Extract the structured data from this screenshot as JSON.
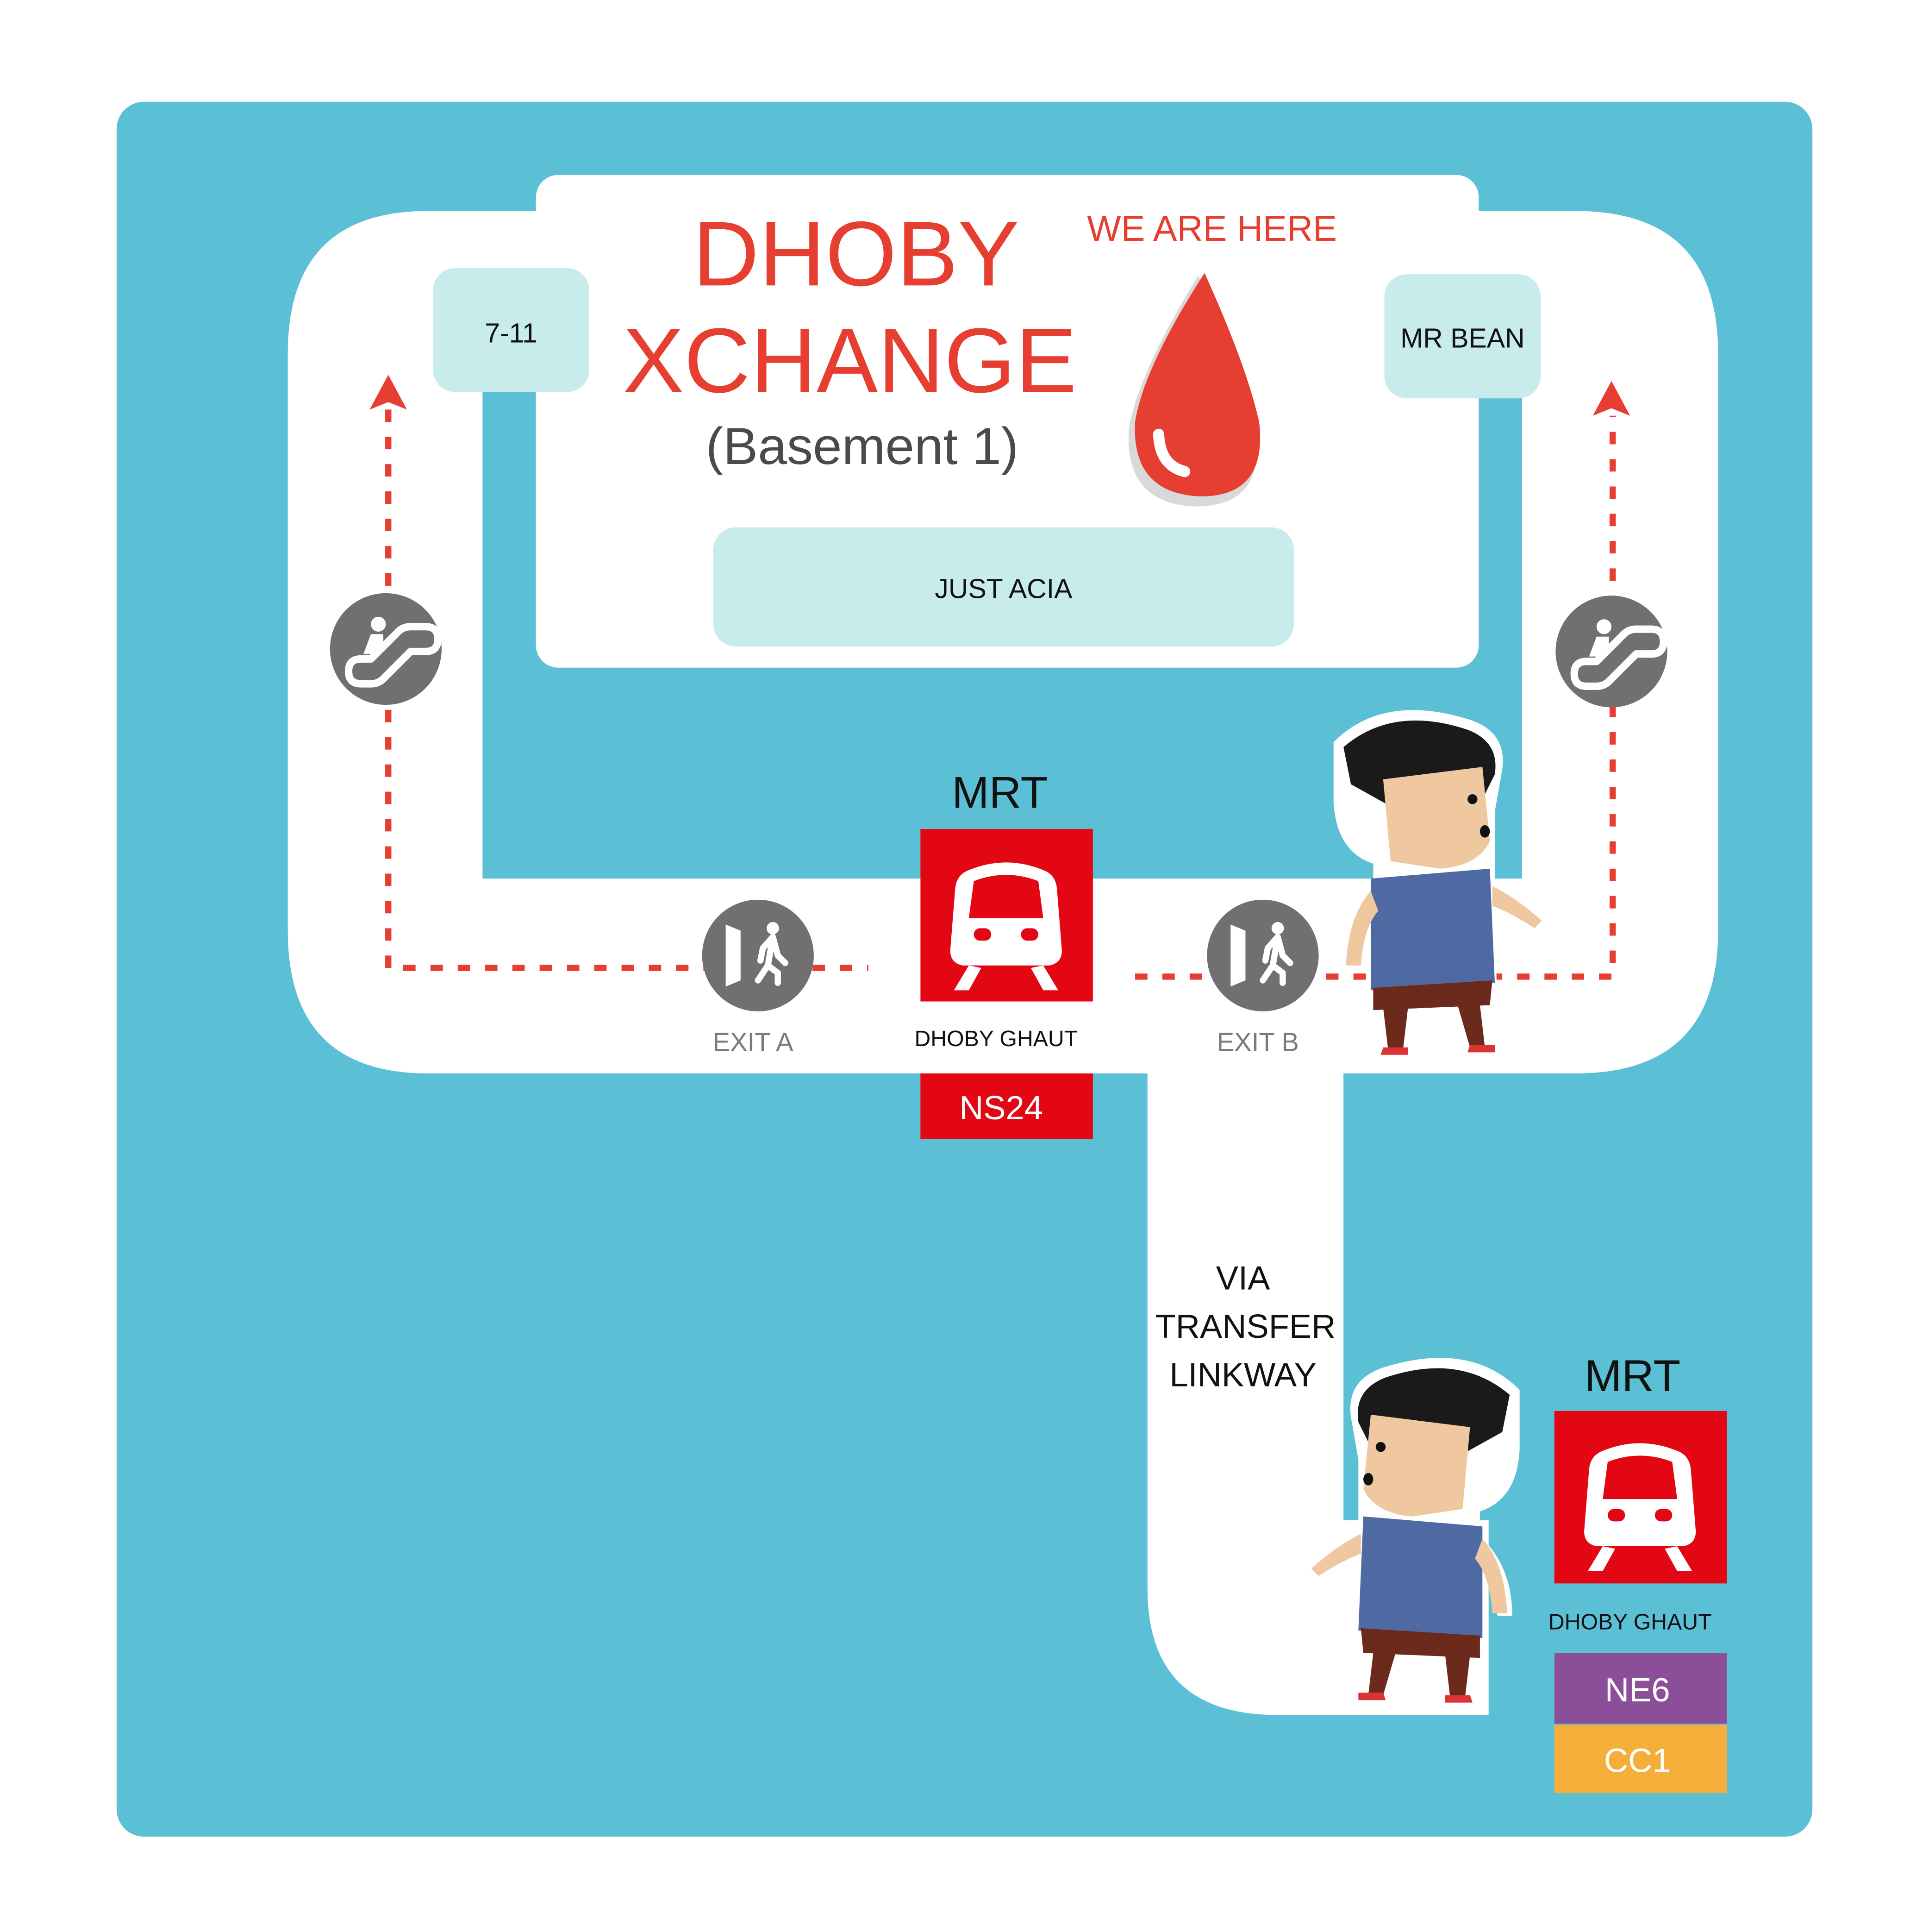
{
  "map": {
    "title_line1": "DHOBY",
    "title_line2": "XCHANGE",
    "level": "(Basement 1)",
    "you_are_here": "WE ARE HERE",
    "shops": [
      {
        "label": "7-11"
      },
      {
        "label": "MR BEAN"
      },
      {
        "label": "JUST ACIA"
      }
    ],
    "exits": [
      {
        "label": "EXIT A"
      },
      {
        "label": "EXIT B"
      }
    ],
    "linkway_label": [
      "VIA",
      "TRANSFER",
      "LINKWAY"
    ],
    "stations": [
      {
        "heading": "MRT",
        "name": "DHOBY GHAUT",
        "codes": [
          {
            "code": "NS24",
            "color": "#e30613"
          }
        ]
      },
      {
        "heading": "MRT",
        "name": "DHOBY GHAUT",
        "codes": [
          {
            "code": "NE6",
            "color": "#8b4f9a"
          },
          {
            "code": "CC1",
            "color": "#f6ae3b"
          }
        ]
      }
    ]
  },
  "colors": {
    "background": "#5bbfd6",
    "walkway": "#ffffff",
    "shop": "#c8ecec",
    "accent_red": "#e63e30",
    "mrt_red": "#e30613",
    "icon_gray": "#707070"
  },
  "icons": {
    "escalator": "escalator-icon",
    "exit": "exit-door-walking-icon",
    "train": "train-icon",
    "pin": "location-drop-pin-icon",
    "character": "cartoon-boy-walking"
  }
}
